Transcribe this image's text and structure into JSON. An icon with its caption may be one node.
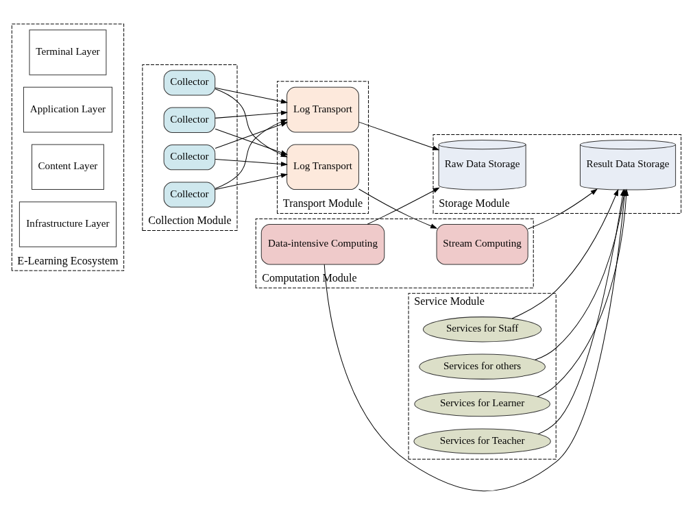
{
  "diagram": {
    "nodes": [
      {
        "text": [
          "E-Learning Ecosystem"
        ]
      },
      {
        "text": [
          "Terminal Layer"
        ],
        "in": 0
      },
      {
        "text": [
          "Application Layer"
        ],
        "in": 0
      },
      {
        "text": [
          "Content Layer"
        ],
        "in": 0
      },
      {
        "text": [
          "Infrastructure Layer"
        ],
        "in": 0
      },
      {
        "text": [
          "Collection Module"
        ]
      },
      {
        "text": [
          "Collector"
        ],
        "in": 5
      },
      {
        "text": [
          "Collector"
        ],
        "in": 5
      },
      {
        "text": [
          "Collector"
        ],
        "in": 5
      },
      {
        "text": [
          "Collector"
        ],
        "in": 5
      },
      {
        "text": [
          "Transport Module"
        ]
      },
      {
        "text": [
          "Log Transport"
        ],
        "in": 10
      },
      {
        "text": [
          "Log Transport"
        ],
        "in": 10
      },
      {
        "text": [
          "Service Module"
        ]
      },
      {
        "text": [
          "Services for Learner"
        ],
        "in": 13
      },
      {
        "text": [
          "Services for Teacher"
        ],
        "in": 13
      },
      {
        "text": [
          "Services for Staff"
        ],
        "in": 13
      },
      {
        "text": [
          "Services for others"
        ],
        "in": 13
      },
      {
        "text": [
          "Storage Module"
        ]
      },
      {
        "text": [
          "Raw Data Storage"
        ],
        "in": 18
      },
      {
        "text": [
          "Result Data Storage"
        ],
        "in": 18
      },
      {
        "text": [
          "Computation Module"
        ]
      },
      {
        "text": [
          "Stream Computing"
        ],
        "in": 21
      },
      {
        "text": [
          "Data-intensive Computing"
        ],
        "in": 21
      }
    ],
    "edges": [
      {
        "from": 6,
        "to": 11,
        "arrow": "to"
      },
      {
        "from": 6,
        "to": 12,
        "arrow": "to"
      },
      {
        "from": 7,
        "to": 11,
        "arrow": "to"
      },
      {
        "from": 7,
        "to": 12,
        "arrow": "to"
      },
      {
        "from": 8,
        "to": 11,
        "arrow": "to"
      },
      {
        "from": 8,
        "to": 12,
        "arrow": "to"
      },
      {
        "from": 9,
        "to": 11,
        "arrow": "to"
      },
      {
        "from": 9,
        "to": 12,
        "arrow": "to"
      },
      {
        "from": 11,
        "to": 19,
        "arrow": "to"
      },
      {
        "from": 12,
        "to": 22,
        "arrow": "to"
      },
      {
        "from": 14,
        "to": 20,
        "arrow": "to"
      },
      {
        "from": 15,
        "to": 20,
        "arrow": "to"
      },
      {
        "from": 16,
        "to": 20,
        "arrow": "to"
      },
      {
        "from": 17,
        "to": 20,
        "arrow": "to"
      },
      {
        "from": 22,
        "to": 20,
        "arrow": "to"
      },
      {
        "from": 23,
        "to": 19,
        "arrow": "to"
      },
      {
        "from": 23,
        "to": 20,
        "arrow": "to"
      }
    ]
  }
}
